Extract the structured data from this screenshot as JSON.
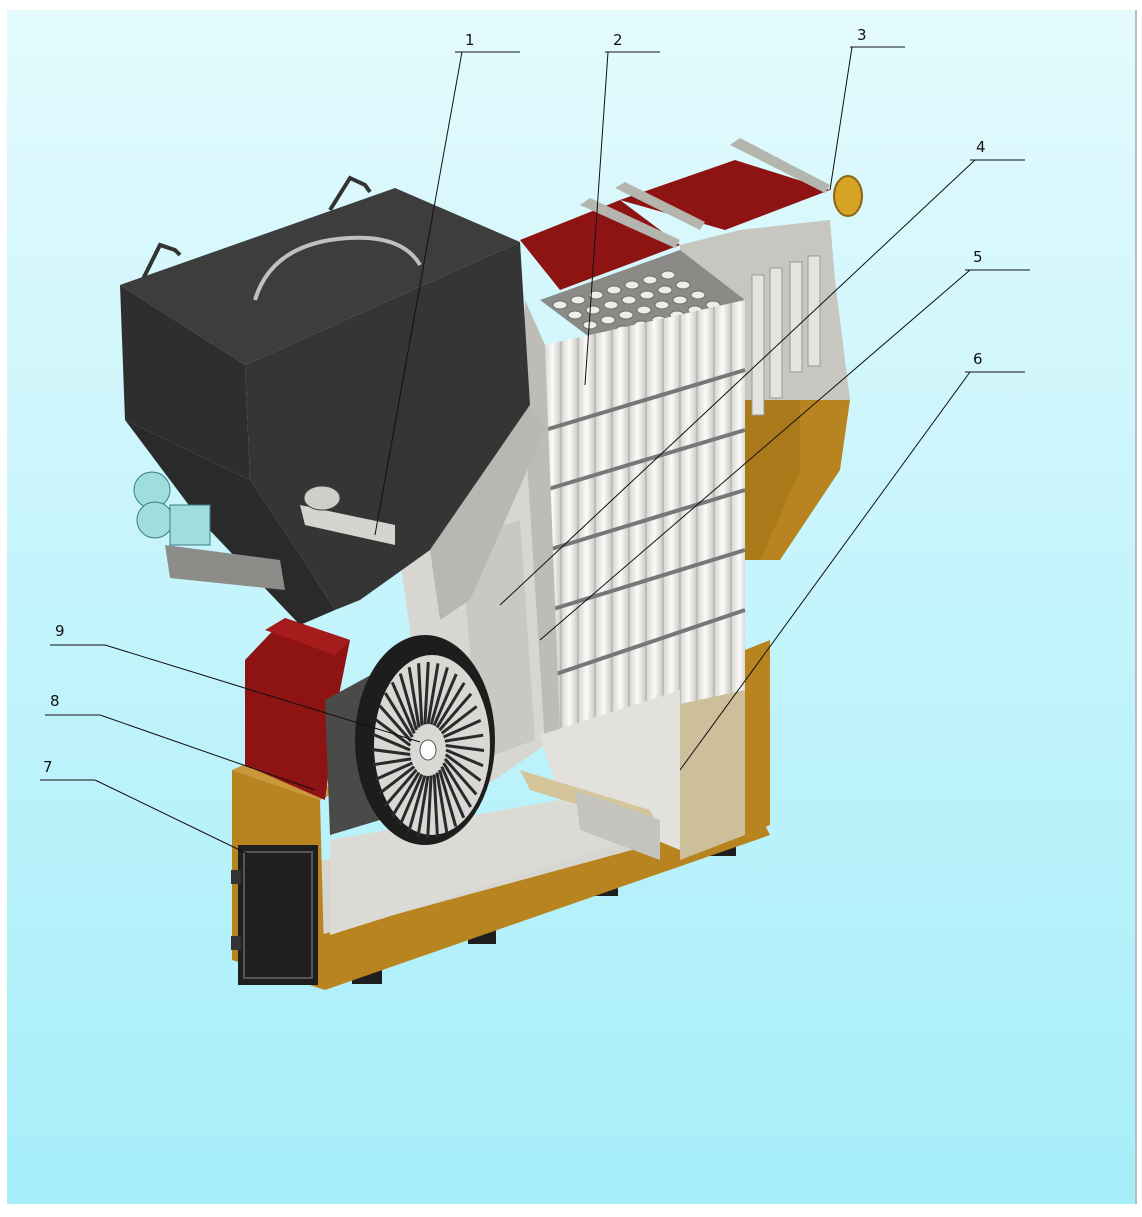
{
  "colors": {
    "background_top": "#e3fafd",
    "background_bottom": "#a6eefa",
    "frame": "#b9bcbe",
    "hopper": "#3d3d3d",
    "insulation_red": "#8e1414",
    "tubes": "#ececea",
    "panel_grey": "#c9c8c3",
    "casing_gold": "#b88420",
    "fan_dark": "#1d1d1d",
    "motor": "#9fdedf"
  },
  "callouts": [
    {
      "id": "1",
      "label": "1"
    },
    {
      "id": "2",
      "label": "2"
    },
    {
      "id": "3",
      "label": "3"
    },
    {
      "id": "4",
      "label": "4"
    },
    {
      "id": "5",
      "label": "5"
    },
    {
      "id": "6",
      "label": "6"
    },
    {
      "id": "7",
      "label": "7"
    },
    {
      "id": "8",
      "label": "8"
    },
    {
      "id": "9",
      "label": "9"
    }
  ],
  "icons": [
    "fuel-hopper-icon",
    "screw-conveyor-icon",
    "gear-motor-icon",
    "fan-wheel-icon",
    "heat-exchanger-tubes-icon",
    "flue-outlet-icon"
  ]
}
